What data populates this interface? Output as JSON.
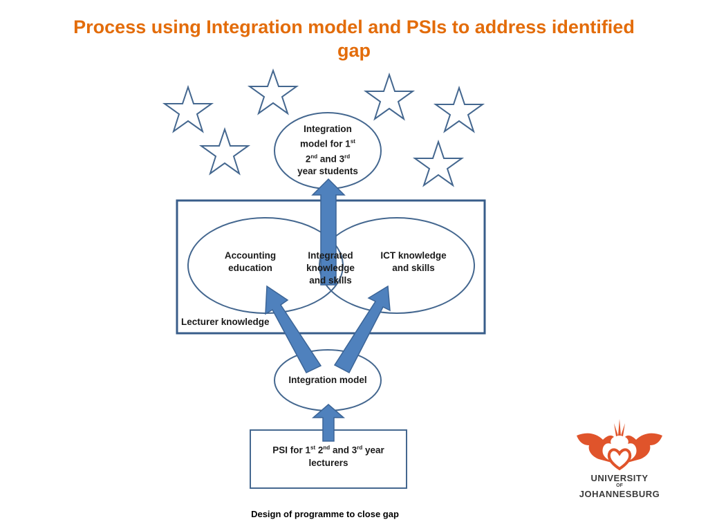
{
  "title": {
    "line1": "Process using Integration model and PSIs to address identified",
    "line2": "gap"
  },
  "diagram": {
    "top_ellipse": {
      "line1": "Integration",
      "line2_a": "model for 1",
      "line2_sup": "st",
      "line3_a": "2",
      "line3_sup1": "nd",
      "line3_b": " and 3",
      "line3_sup2": "rd",
      "line4": "year students"
    },
    "left_circle": {
      "line1": "Accounting",
      "line2": "education"
    },
    "center_overlap": {
      "line1": "Integrated",
      "line2": "knowledge",
      "line3": "and skills"
    },
    "right_circle": {
      "line1": "ICT knowledge",
      "line2": "and skills"
    },
    "box_label": "Lecturer knowledge",
    "middle_ellipse": "Integration model",
    "bottom_box": {
      "line1_a": "PSI for 1",
      "line1_sup1": "st",
      "line1_b": " 2",
      "line1_sup2": "nd",
      "line1_c": " and 3",
      "line1_sup3": "rd",
      "line1_d": " year",
      "line2": "lecturers"
    },
    "caption": "Design of programme to close gap"
  },
  "logo": {
    "line1": "UNIVERSITY",
    "line2": "OF",
    "line3": "JOHANNESBURG"
  },
  "colors": {
    "title": "#e36c0a",
    "outline": "#44678f",
    "arrow_fill": "#4f81bd",
    "arrow_stroke": "#3b6496",
    "logo_orange": "#e0542b"
  }
}
